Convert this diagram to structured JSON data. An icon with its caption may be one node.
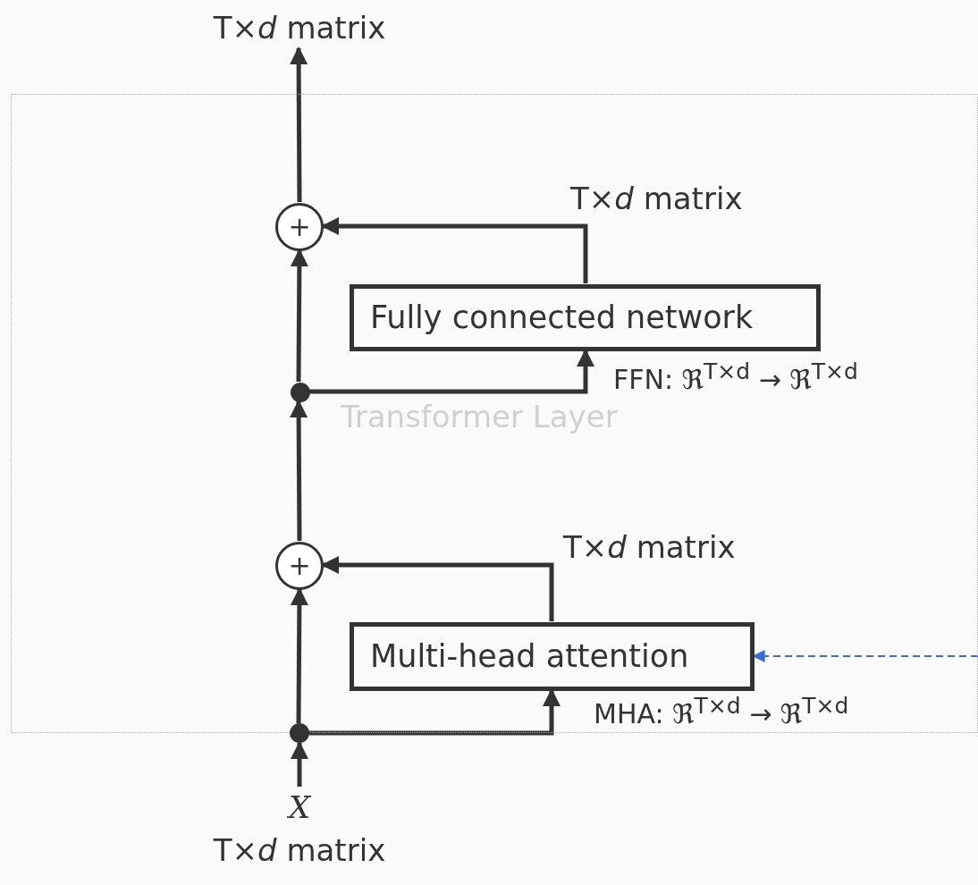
{
  "diagram": {
    "nodes": [
      {
        "text": [
          "Transformer Layer"
        ]
      },
      {
        "text": [
          "+"
        ],
        "in": 0
      },
      {
        "text": [
          "Fully connected network"
        ],
        "beside": [
          "FFN: ℜ$^{T×d}$ → ℜ$^{T×d}$"
        ],
        "in": 0
      },
      {
        "text": [],
        "shape": "circle",
        "in": 0
      },
      {
        "text": [
          "+"
        ],
        "in": 0
      },
      {
        "text": [
          "Multi-head attention"
        ],
        "beside": [
          "MHA: ℜ$^{T×d}$ → ℜ$^{T×d}$"
        ],
        "in": 0
      },
      {
        "text": [],
        "shape": "circle"
      },
      {
        "text": [
          "T×*d* matrix"
        ]
      },
      {
        "text": [
          "X",
          "T×*d* matrix"
        ]
      }
    ],
    "edges": [
      {
        "from": 8,
        "to": 6,
        "arrow": "to"
      },
      {
        "from": 6,
        "to": 4,
        "arrow": "to"
      },
      {
        "from": 6,
        "to": 5,
        "arrow": "to"
      },
      {
        "from": 5,
        "to": 4,
        "arrow": "to",
        "label": "T×*d* matrix"
      },
      {
        "from": 4,
        "to": 3,
        "arrow": "to"
      },
      {
        "from": 3,
        "to": 1,
        "arrow": "to"
      },
      {
        "from": 3,
        "to": 2,
        "arrow": "to"
      },
      {
        "from": 2,
        "to": 1,
        "arrow": "to",
        "label": "T×*d* matrix"
      },
      {
        "from": 1,
        "to": 7,
        "arrow": "to"
      },
      {
        "from": null,
        "to": 5,
        "arrow": "to",
        "style": "dashed",
        "color": "#3a6bd6"
      }
    ]
  }
}
